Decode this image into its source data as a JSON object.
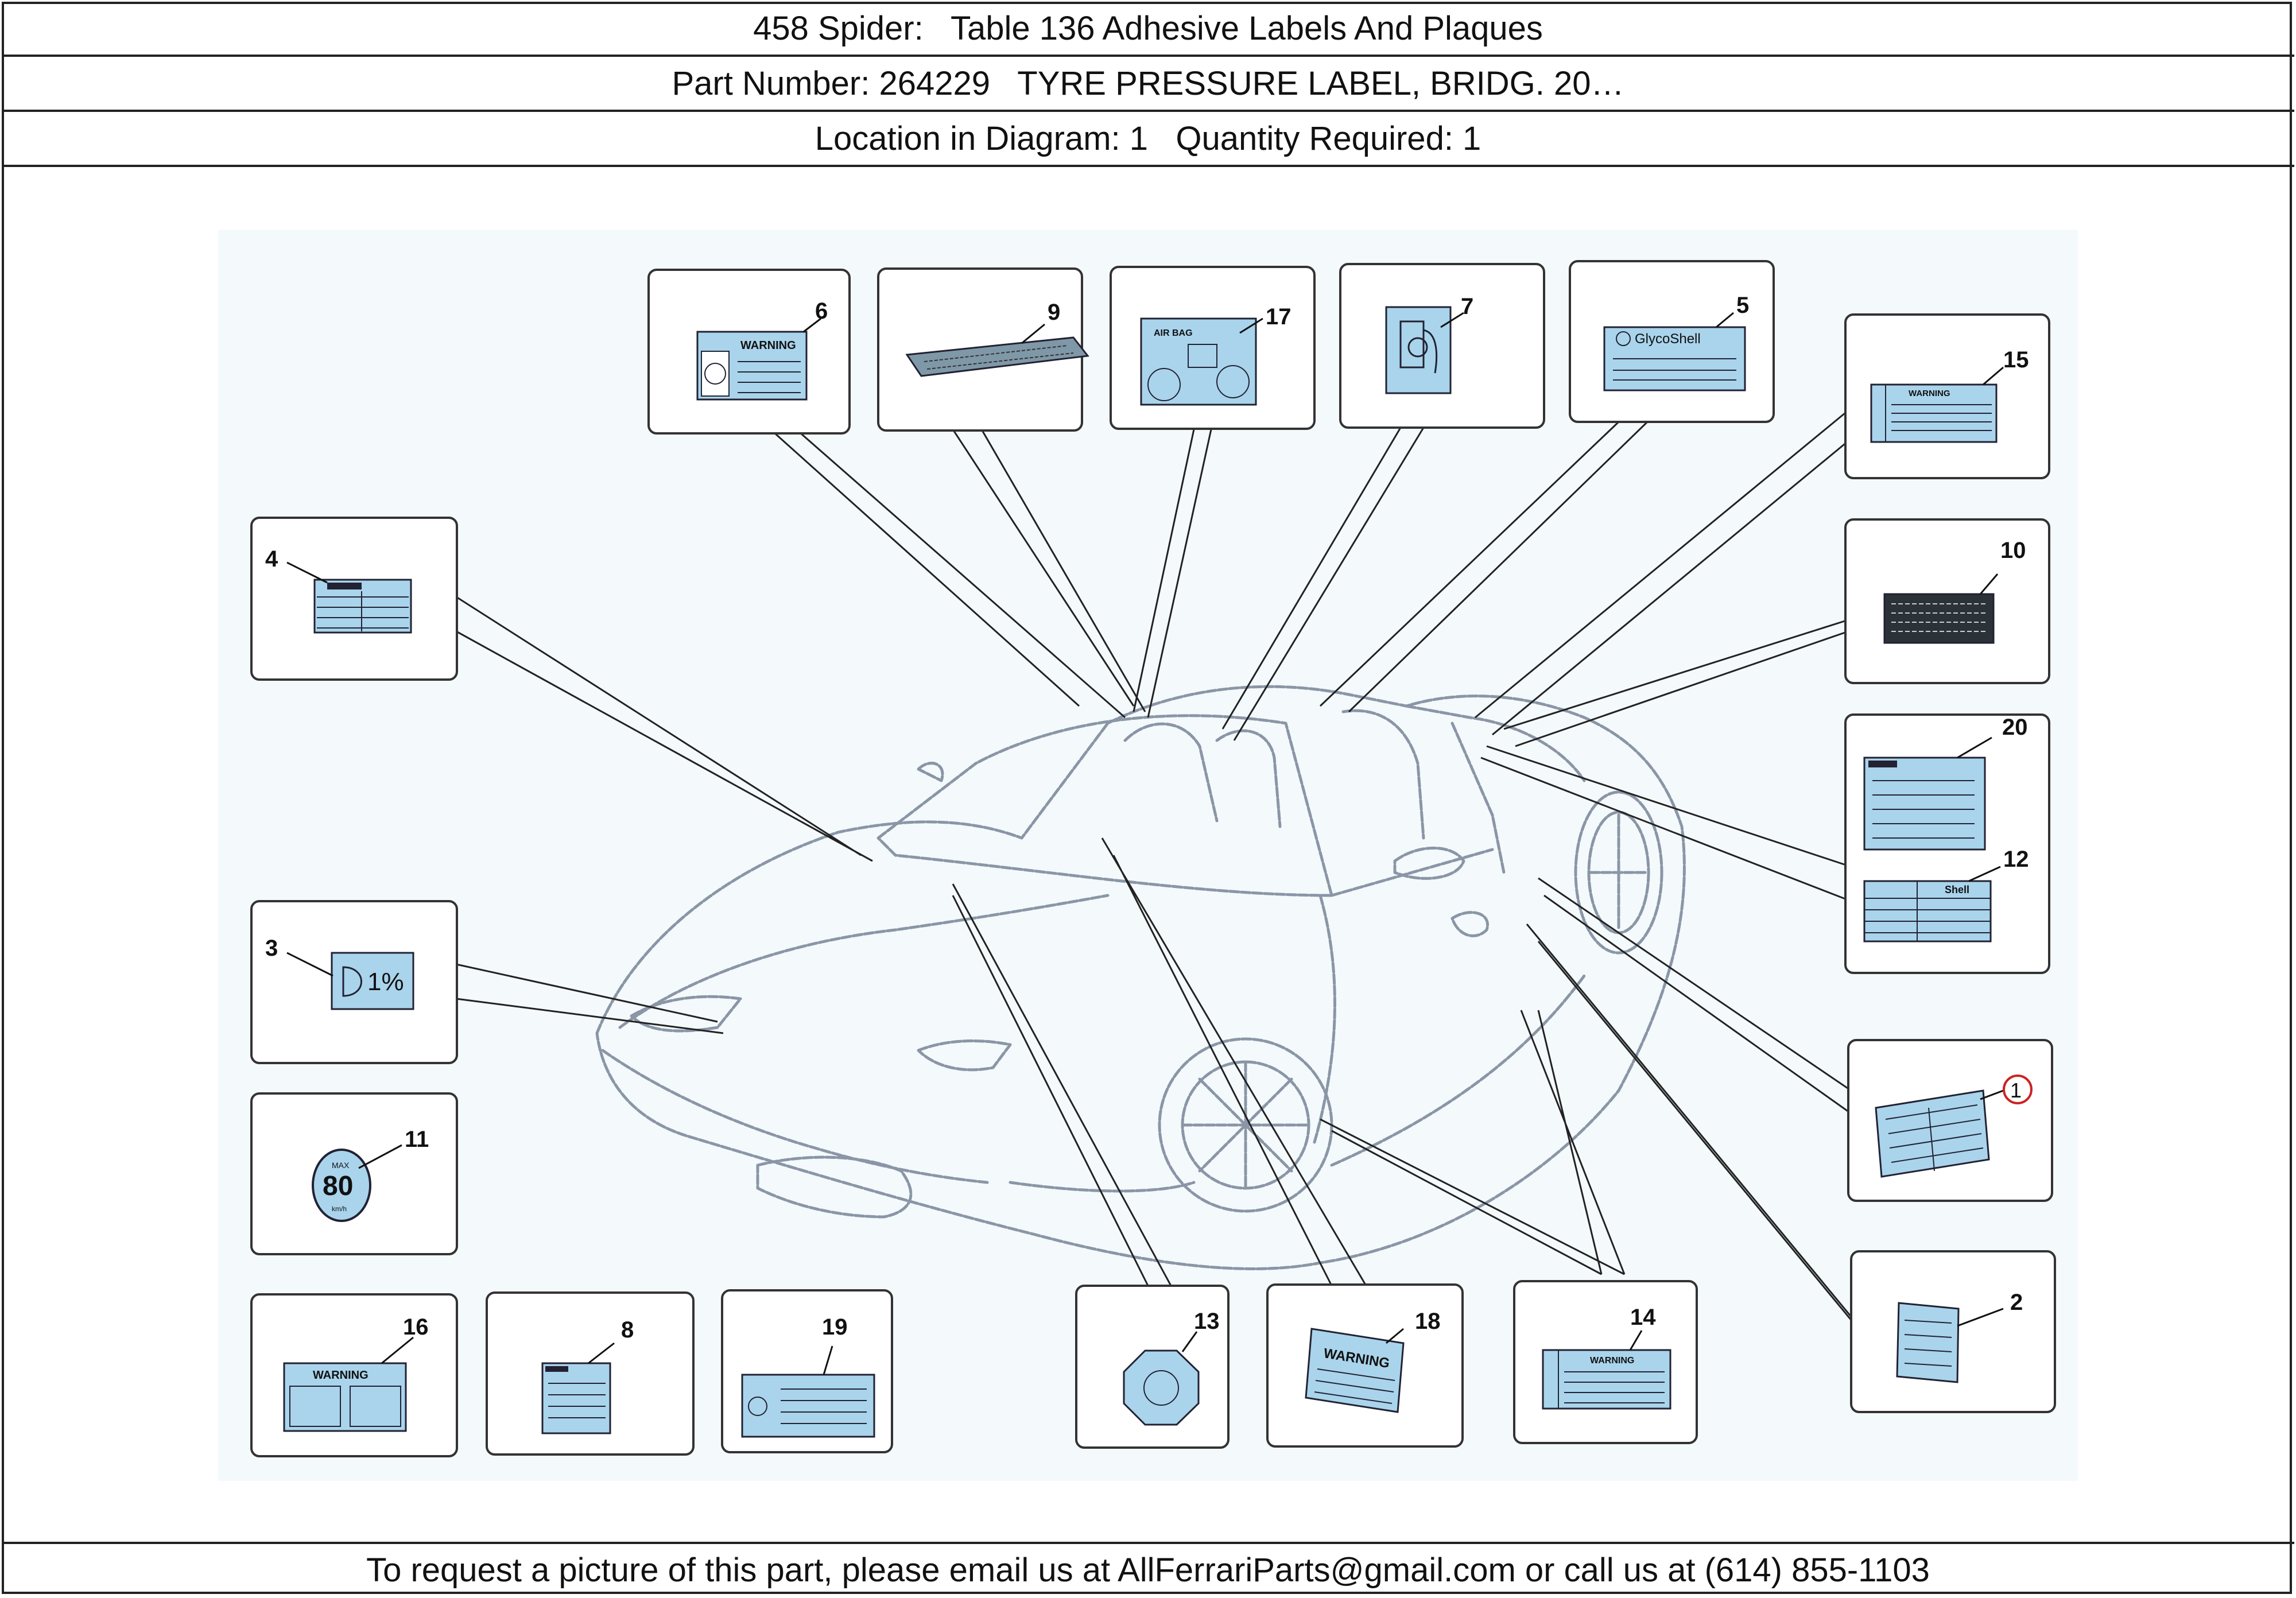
{
  "header": {
    "title": "458 Spider:   Table 136 Adhesive Labels And Plaques",
    "part_line": "Part Number: 264229   TYRE PRESSURE LABEL, BRIDG. 20…",
    "location_line": "Location in Diagram: 1   Quantity Required: 1"
  },
  "footer": {
    "contact_text": "To request a picture of this part, please email us at AllFerrariParts@gmail.com or call us at (614) 855-1103"
  },
  "diagram": {
    "highlight_color": "#cc2222",
    "label_color": "#a9d4ec",
    "callouts": [
      {
        "num": "1",
        "highlighted": true
      },
      {
        "num": "2"
      },
      {
        "num": "3"
      },
      {
        "num": "4"
      },
      {
        "num": "5"
      },
      {
        "num": "6"
      },
      {
        "num": "7"
      },
      {
        "num": "8"
      },
      {
        "num": "9"
      },
      {
        "num": "10"
      },
      {
        "num": "11"
      },
      {
        "num": "12"
      },
      {
        "num": "13"
      },
      {
        "num": "14"
      },
      {
        "num": "15"
      },
      {
        "num": "16"
      },
      {
        "num": "17"
      },
      {
        "num": "18"
      },
      {
        "num": "19"
      },
      {
        "num": "20"
      }
    ],
    "label_texts": {
      "warning": "WARNING",
      "glycoshell": "GlycoShell",
      "airbag": "AIR BAG",
      "percent": "1%",
      "speed": "80",
      "max": "MAX",
      "kmh": "km/h",
      "shell": "Shell"
    }
  }
}
